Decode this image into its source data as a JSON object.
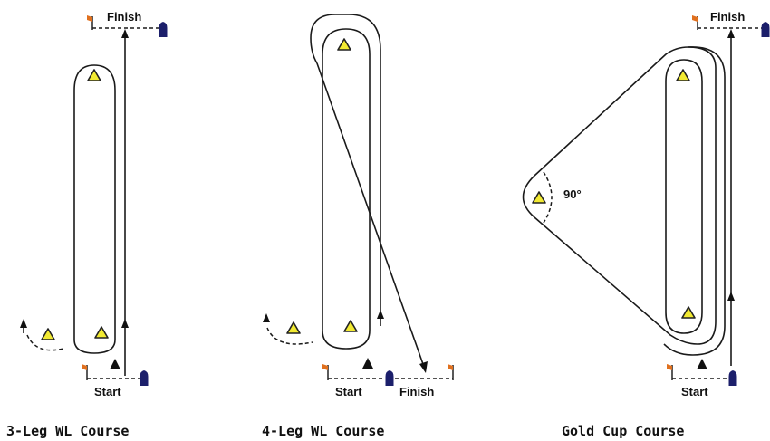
{
  "courses": [
    {
      "caption": "3-Leg WL Course",
      "start_label": "Start",
      "finish_label": "Finish"
    },
    {
      "caption": "4-Leg WL Course",
      "start_label": "Start",
      "finish_label": "Finish"
    },
    {
      "caption": "Gold Cup Course",
      "start_label": "Start",
      "finish_label": "Finish",
      "angle_label": "90°"
    }
  ],
  "colors": {
    "mark_fill": "#f2ea32",
    "flag": "#e0701e",
    "boat": "#1c1f6b",
    "line": "#1a1a1a"
  }
}
